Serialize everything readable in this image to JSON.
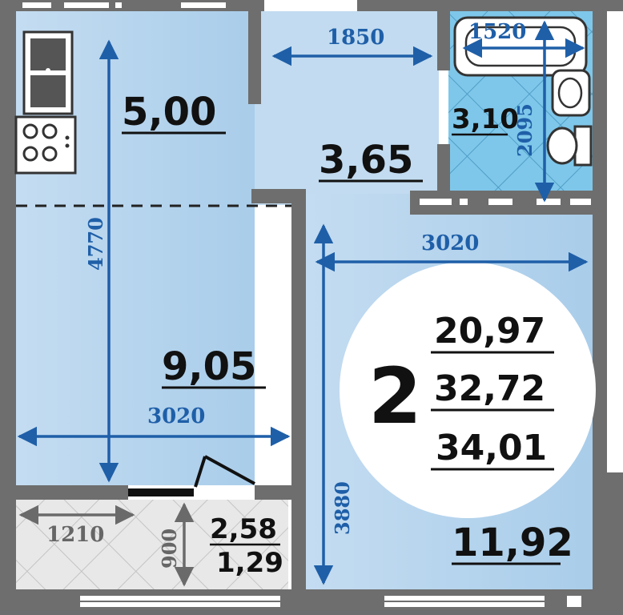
{
  "colors": {
    "wall": "#6e6e6e",
    "room": "#bcd8ef",
    "room_light": "#d6e8f6",
    "bath_tile": "#7fc7ea",
    "balcony": "#e6e6e6",
    "dimension": "#1f5fa8",
    "text": "#111111"
  },
  "apartment": {
    "rooms_count": "2",
    "living_area": "20,97",
    "total_area": "32,72",
    "total_area_with_balcony": "34,01"
  },
  "rooms": {
    "kitchen": {
      "area": "5,00"
    },
    "hall": {
      "area": "3,65"
    },
    "bathroom": {
      "area": "3,10"
    },
    "room_left": {
      "area": "9,05"
    },
    "room_right": {
      "area": "11,92"
    },
    "balcony": {
      "area": "2,58",
      "reduced_area": "1,29"
    }
  },
  "dimensions": {
    "hall_width": "1850",
    "bath_width": "1520",
    "bath_height": "2095",
    "left_height": "4770",
    "left_width": "3020",
    "right_width": "3020",
    "right_height": "3880",
    "balcony_width": "1210",
    "balcony_depth": "900"
  },
  "icons": [
    "sink-icon",
    "stove-icon",
    "bathtub-icon",
    "washbasin-icon",
    "toilet-icon",
    "door-swing-icon"
  ]
}
